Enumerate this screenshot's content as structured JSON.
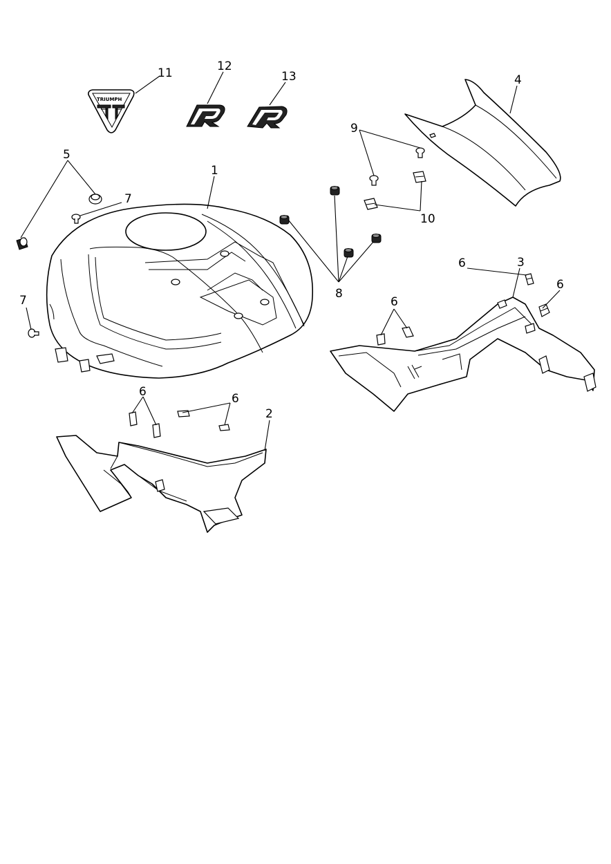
{
  "diagram": {
    "callouts": [
      {
        "id": "c1",
        "text": "1"
      },
      {
        "id": "c2",
        "text": "2"
      },
      {
        "id": "c3",
        "text": "3"
      },
      {
        "id": "c4",
        "text": "4"
      },
      {
        "id": "c5",
        "text": "5"
      },
      {
        "id": "c6a",
        "text": "6"
      },
      {
        "id": "c6b",
        "text": "6"
      },
      {
        "id": "c6c",
        "text": "6"
      },
      {
        "id": "c6d",
        "text": "6"
      },
      {
        "id": "c6e",
        "text": "6"
      },
      {
        "id": "c7a",
        "text": "7"
      },
      {
        "id": "c7b",
        "text": "7"
      },
      {
        "id": "c8",
        "text": "8"
      },
      {
        "id": "c9",
        "text": "9"
      },
      {
        "id": "c10",
        "text": "10"
      },
      {
        "id": "c11",
        "text": "11"
      },
      {
        "id": "c12",
        "text": "12"
      },
      {
        "id": "c13",
        "text": "13"
      }
    ],
    "badge_logo_text": "TRIUMPH",
    "parts": [
      "fuel-tank",
      "left-tank-panel",
      "right-tank-panel",
      "rear-tank-cover",
      "grommet",
      "clip",
      "screw",
      "rubber-mount",
      "rivet",
      "speed-nut",
      "triumph-badge",
      "r-decal-left",
      "r-decal-right"
    ]
  }
}
